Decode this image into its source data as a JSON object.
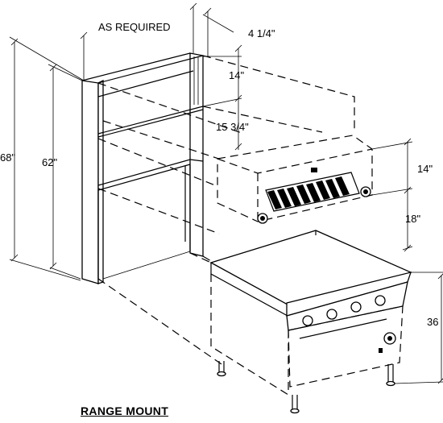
{
  "title": "RANGE MOUNT",
  "dimensions": {
    "as_required": "AS REQUIRED",
    "depth_offset": "4 1/4\"",
    "overall_height": "68\"",
    "shelf_height": "62\"",
    "upper_depth": "14\"",
    "gap_depth": "15 3/4\"",
    "broiler_height": "14\"",
    "clearance": "18\"",
    "range_height": "36"
  }
}
